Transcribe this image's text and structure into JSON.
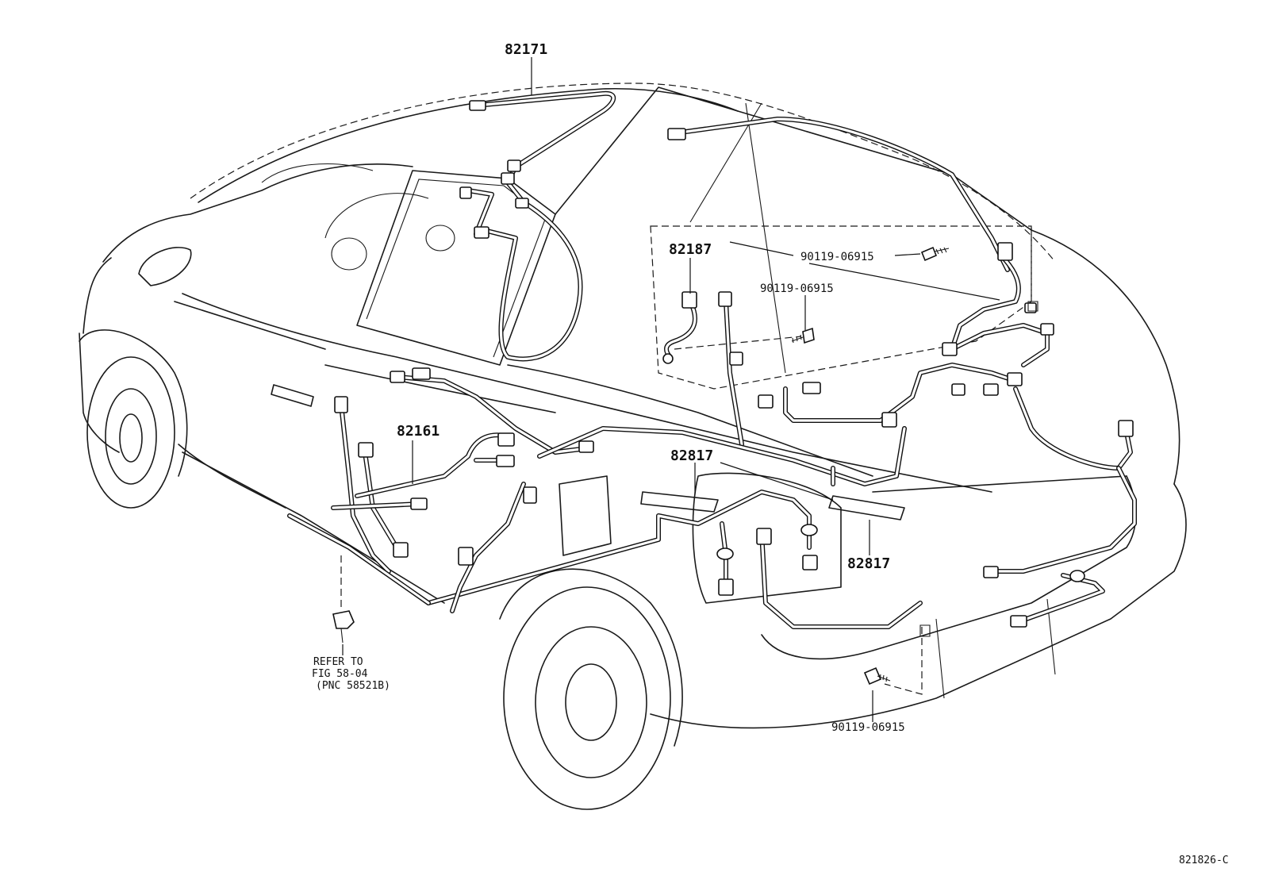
{
  "labels": {
    "p82171": "82171",
    "p82187": "82187",
    "bolt_top": "90119-06915",
    "bolt_mid": "90119-06915",
    "p82161": "82161",
    "p82817_a": "82817",
    "p82817_b": "82817",
    "bolt_bottom": "90119-06915",
    "refer_line1": "REFER TO",
    "refer_line2": "FIG 58-04",
    "refer_line3": "(PNC 58521B)",
    "diagram_code": "821826-C"
  },
  "colors": {
    "line": "#1a1a1a",
    "background": "#ffffff"
  },
  "icons": {
    "bolt": "bolt-icon",
    "clip": "clip-icon",
    "connector": "connector-icon"
  }
}
